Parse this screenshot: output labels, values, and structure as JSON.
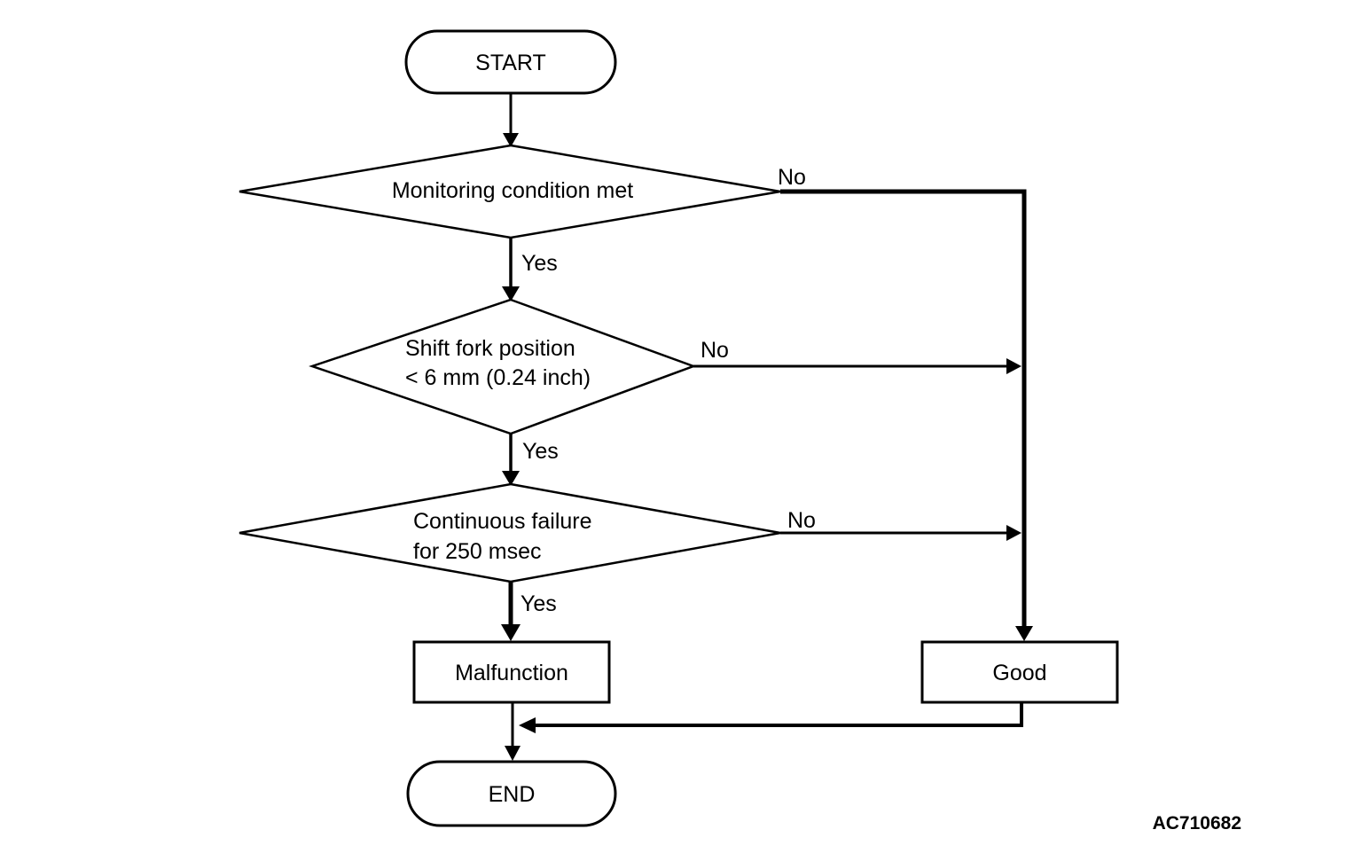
{
  "diagram": {
    "background_color": "#ffffff",
    "line_color": "#000000",
    "figure_code": "AC710682",
    "nodes": {
      "start": {
        "label": "START"
      },
      "decision_monitoring": {
        "label": "Monitoring condition met"
      },
      "decision_shift_fork": {
        "line1": "Shift fork position",
        "line2": "< 6 mm (0.24 inch)"
      },
      "decision_continuous_failure": {
        "line1": "Continuous failure",
        "line2": "for 250 msec"
      },
      "malfunction": {
        "label": "Malfunction"
      },
      "good": {
        "label": "Good"
      },
      "end": {
        "label": "END"
      }
    },
    "edge_labels": {
      "monitoring_yes": "Yes",
      "monitoring_no": "No",
      "shift_fork_yes": "Yes",
      "shift_fork_no": "No",
      "continuous_yes": "Yes",
      "continuous_no": "No"
    }
  }
}
